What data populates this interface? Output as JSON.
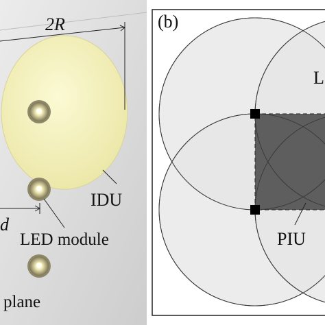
{
  "panel_a": {
    "dimension_label": "2R",
    "distance_label": "d",
    "idu_label": "IDU",
    "led_label": "LED module",
    "plane_label": "plane",
    "colors": {
      "wall_light": "#e6e6e6",
      "wall_dark": "#c9c9c9",
      "disc": "#f3f1b8",
      "led_ring": "#bdb58a",
      "led_core": "#fffde0"
    }
  },
  "panel_b": {
    "panel_label": "(b)",
    "corner_label": "L",
    "piu_label": "PIU",
    "colors": {
      "circle_fill": "#e3e3e3",
      "piu_fill": "#5a5a5a",
      "marker": "#000000"
    }
  }
}
